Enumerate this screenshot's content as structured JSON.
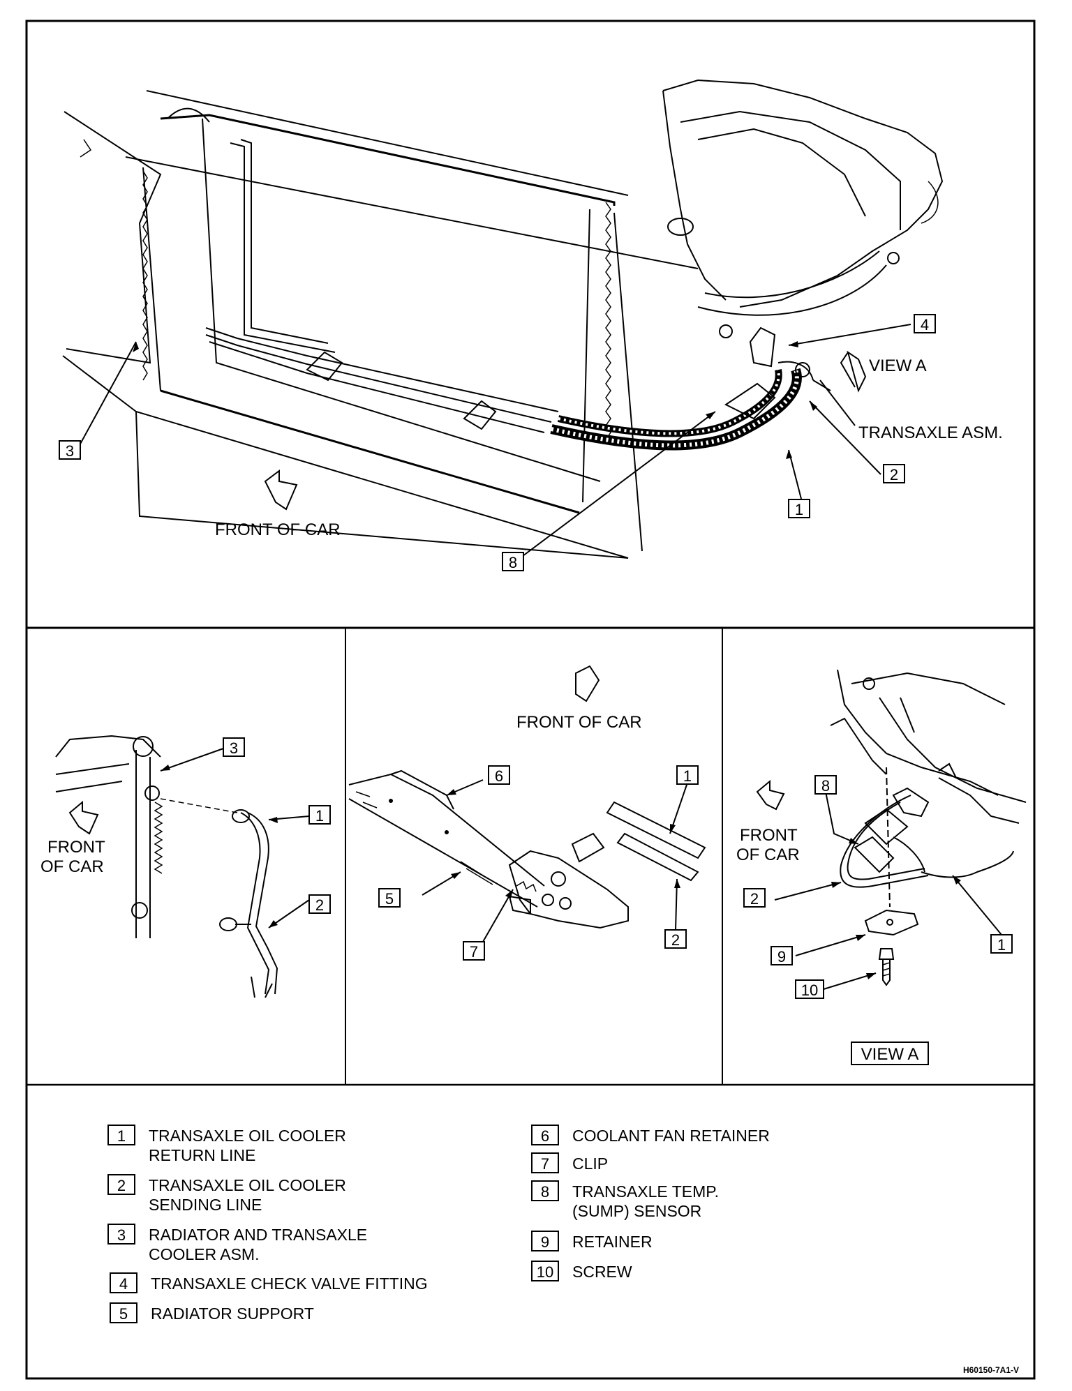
{
  "diagram": {
    "main_view": {
      "callouts": [
        "1",
        "2",
        "3",
        "4",
        "8"
      ],
      "view_label": "VIEW A",
      "assembly_label": "TRANSAXLE ASM.",
      "direction_label": "FRONT OF CAR"
    },
    "panel_left": {
      "callouts": [
        "3",
        "1",
        "2"
      ],
      "direction_label_line1": "FRONT",
      "direction_label_line2": "OF CAR"
    },
    "panel_center": {
      "callouts": [
        "6",
        "1",
        "5",
        "7",
        "2"
      ],
      "direction_label": "FRONT OF CAR"
    },
    "panel_right": {
      "callouts": [
        "8",
        "2",
        "1",
        "9",
        "10"
      ],
      "direction_label_line1": "FRONT",
      "direction_label_line2": "OF CAR",
      "title": "VIEW A"
    },
    "legend": [
      {
        "num": "1",
        "line1": "TRANSAXLE OIL COOLER",
        "line2": "RETURN LINE"
      },
      {
        "num": "2",
        "line1": "TRANSAXLE OIL COOLER",
        "line2": "SENDING LINE"
      },
      {
        "num": "3",
        "line1": "RADIATOR AND TRANSAXLE",
        "line2": "COOLER ASM."
      },
      {
        "num": "4",
        "line1": "TRANSAXLE CHECK VALVE FITTING",
        "line2": ""
      },
      {
        "num": "5",
        "line1": "RADIATOR SUPPORT",
        "line2": ""
      },
      {
        "num": "6",
        "line1": "COOLANT FAN RETAINER",
        "line2": ""
      },
      {
        "num": "7",
        "line1": "CLIP",
        "line2": ""
      },
      {
        "num": "8",
        "line1": "TRANSAXLE TEMP.",
        "line2": "(SUMP) SENSOR"
      },
      {
        "num": "9",
        "line1": "RETAINER",
        "line2": ""
      },
      {
        "num": "10",
        "line1": "SCREW",
        "line2": ""
      }
    ],
    "figure_code": "H60150-7A1-V"
  }
}
